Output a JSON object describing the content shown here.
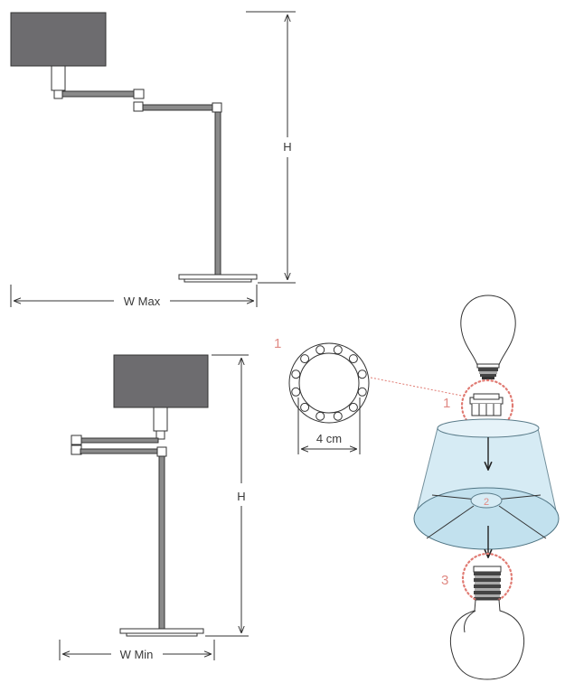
{
  "dimensions": {
    "height_label": "H",
    "width_max_label": "W Max",
    "width_min_label": "W Min",
    "ring_diameter_label": "4 cm"
  },
  "steps": {
    "detail_number": "1",
    "step_1": "1",
    "step_2": "2",
    "step_3": "3"
  },
  "colors": {
    "shade_gray": "#6d6c6f",
    "line": "#333333",
    "highlight_dots": "#e07a72",
    "step_numbers": "#e08a84",
    "lampshade_fill": "#cfe8f3"
  }
}
